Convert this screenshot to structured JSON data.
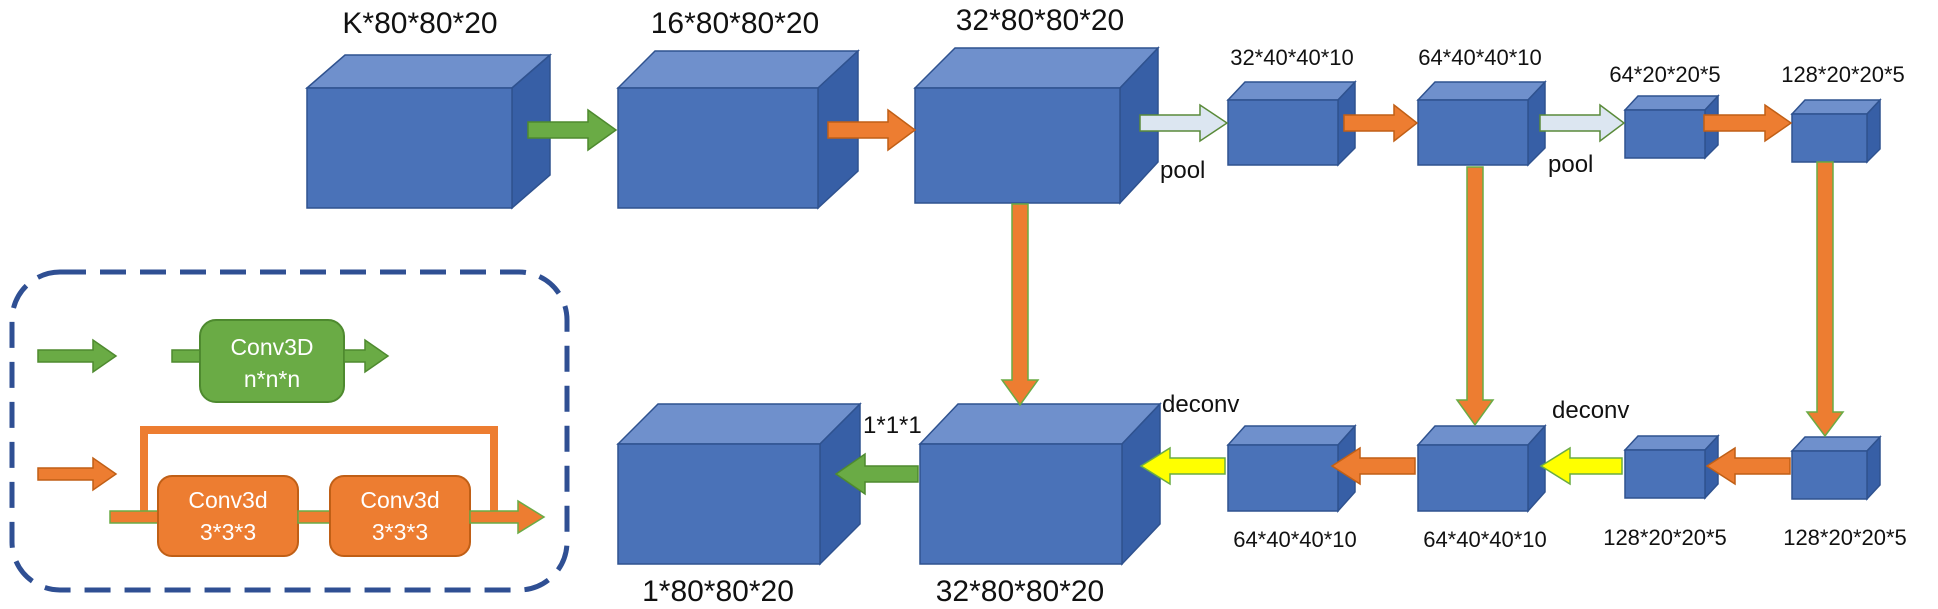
{
  "colors": {
    "cube_front": "#4a72b8",
    "cube_top": "#6f90cc",
    "cube_side": "#375fa6",
    "cube_edge": "#2f528f",
    "green": "#6aab45",
    "green_edge": "#4e8a2f",
    "orange": "#ed7d31",
    "orange_edge": "#c05f16",
    "yellow": "#ffff00",
    "white_arrow": "#dce6f1",
    "legend_border": "#2f4f93"
  },
  "top_row": {
    "labels": [
      "K*80*80*20",
      "16*80*80*20",
      "32*80*80*20",
      "32*40*40*10",
      "64*40*40*10",
      "64*20*20*5",
      "128*20*20*5"
    ],
    "pool_labels": [
      "pool",
      "pool"
    ]
  },
  "bottom_row": {
    "labels": [
      "1*80*80*20",
      "32*80*80*20",
      "64*40*40*10",
      "64*40*40*10",
      "128*20*20*5",
      "128*20*20*5"
    ],
    "deconv_labels": [
      "deconv",
      "deconv"
    ],
    "final_conv_label": "1*1*1"
  },
  "legend": {
    "conv_box": {
      "line1": "Conv3D",
      "line2": "n*n*n"
    },
    "res_box_1": {
      "line1": "Conv3d",
      "line2": "3*3*3"
    },
    "res_box_2": {
      "line1": "Conv3d",
      "line2": "3*3*3"
    }
  }
}
